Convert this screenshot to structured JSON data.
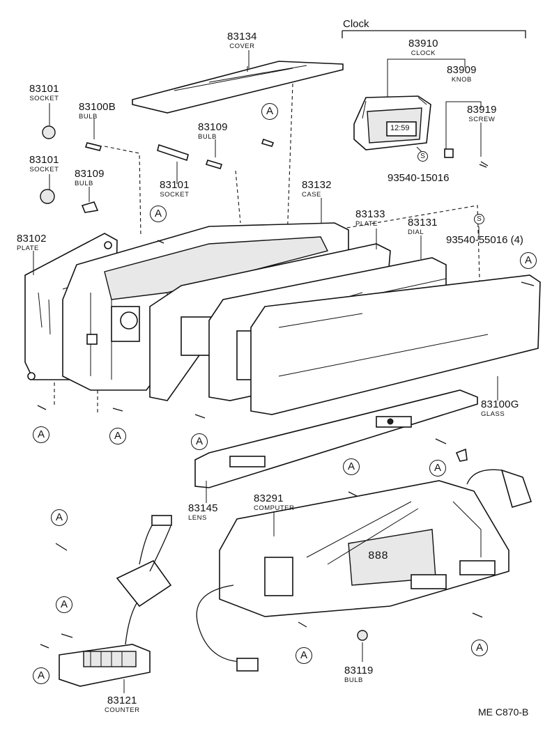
{
  "group_label": "Clock",
  "drawing_code": "ME C870-B",
  "callout_letter": "A",
  "screw_symbol": "S",
  "clock_display": "12:59",
  "computer_display": "888",
  "parts": [
    {
      "number": "83134",
      "name": "COVER"
    },
    {
      "number": "83910",
      "name": "CLOCK"
    },
    {
      "number": "83909",
      "name": "KNOB"
    },
    {
      "number": "83919",
      "name": "SCREW"
    },
    {
      "number": "83101",
      "name": "SOCKET"
    },
    {
      "number": "83100B",
      "name": "BULB"
    },
    {
      "number": "83109",
      "name": "BULB"
    },
    {
      "number": "83101",
      "name": "SOCKET"
    },
    {
      "number": "83109",
      "name": "BULB"
    },
    {
      "number": "83101",
      "name": "SOCKET"
    },
    {
      "number": "83132",
      "name": "CASE"
    },
    {
      "number": "83133",
      "name": "PLATE"
    },
    {
      "number": "83131",
      "name": "DIAL"
    },
    {
      "number": "83102",
      "name": "PLATE"
    },
    {
      "number": "83100G",
      "name": "GLASS"
    },
    {
      "number": "83145",
      "name": "LENS"
    },
    {
      "number": "83291",
      "name": "COMPUTER"
    },
    {
      "number": "83119",
      "name": "BULB"
    },
    {
      "number": "83121",
      "name": "COUNTER"
    }
  ],
  "screw_numbers": [
    "93540-15016",
    "93540-55016 (4)"
  ]
}
